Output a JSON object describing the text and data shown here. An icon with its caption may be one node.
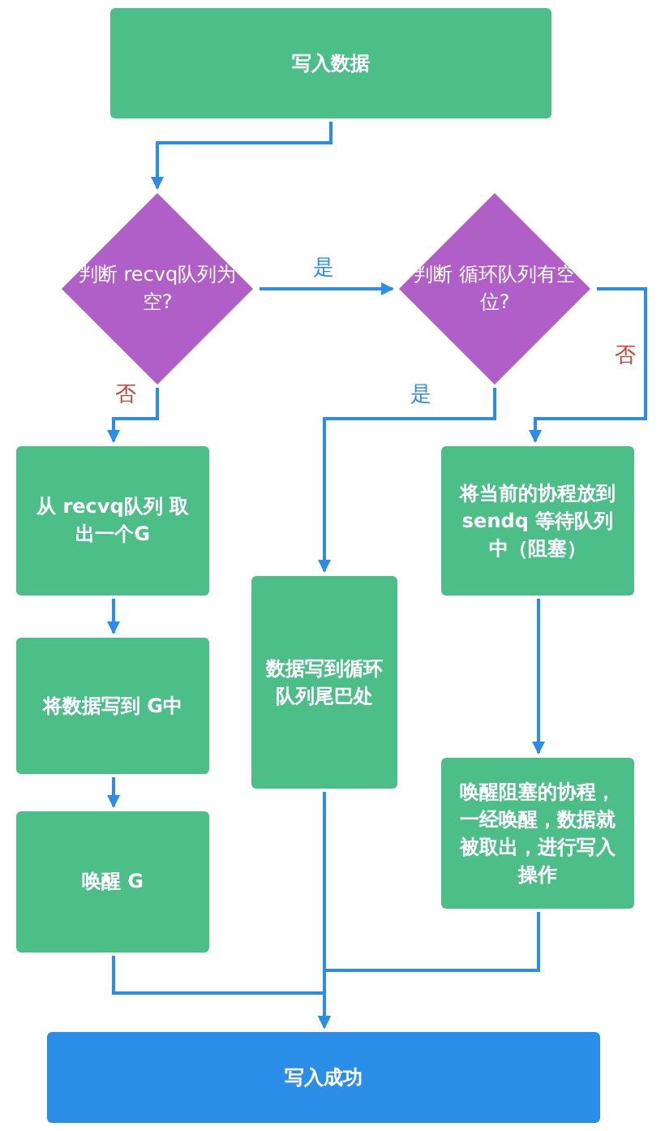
{
  "diagram": {
    "nodes": [
      {
        "text": [
          "写入数据"
        ]
      },
      {
        "text": [
          "判断 recvq队列为空?"
        ]
      },
      {
        "text": [
          "判断 循环队列有空位?"
        ]
      },
      {
        "text": [
          "从 recvq队列 取出一个G"
        ]
      },
      {
        "text": [
          "将数据写到 G中"
        ]
      },
      {
        "text": [
          "唤醒 G"
        ]
      },
      {
        "text": [
          "数据写到循环队列尾巴处"
        ]
      },
      {
        "text": [
          "将当前的协程放到 sendq 等待队列中（阻塞）"
        ]
      },
      {
        "text": [
          "唤醒阻塞的协程，一经唤醒，数据就被取出，进行写入操作"
        ]
      },
      {
        "text": [
          "写入成功"
        ]
      }
    ],
    "edges": [
      {
        "from": 0,
        "to": 1,
        "arrow": "to"
      },
      {
        "from": 1,
        "to": 2,
        "arrow": "to",
        "label": "是"
      },
      {
        "from": 1,
        "to": 3,
        "arrow": "to",
        "label": "否"
      },
      {
        "from": 2,
        "to": 6,
        "arrow": "to",
        "label": "是"
      },
      {
        "from": 2,
        "to": 7,
        "arrow": "to",
        "label": "否"
      },
      {
        "from": 3,
        "to": 4,
        "arrow": "to"
      },
      {
        "from": 4,
        "to": 5,
        "arrow": "to"
      },
      {
        "from": 5,
        "to": 9,
        "arrow": "to"
      },
      {
        "from": 6,
        "to": 9,
        "arrow": "to"
      },
      {
        "from": 7,
        "to": 8,
        "arrow": "to"
      },
      {
        "from": 8,
        "to": 9,
        "arrow": "to"
      }
    ]
  }
}
